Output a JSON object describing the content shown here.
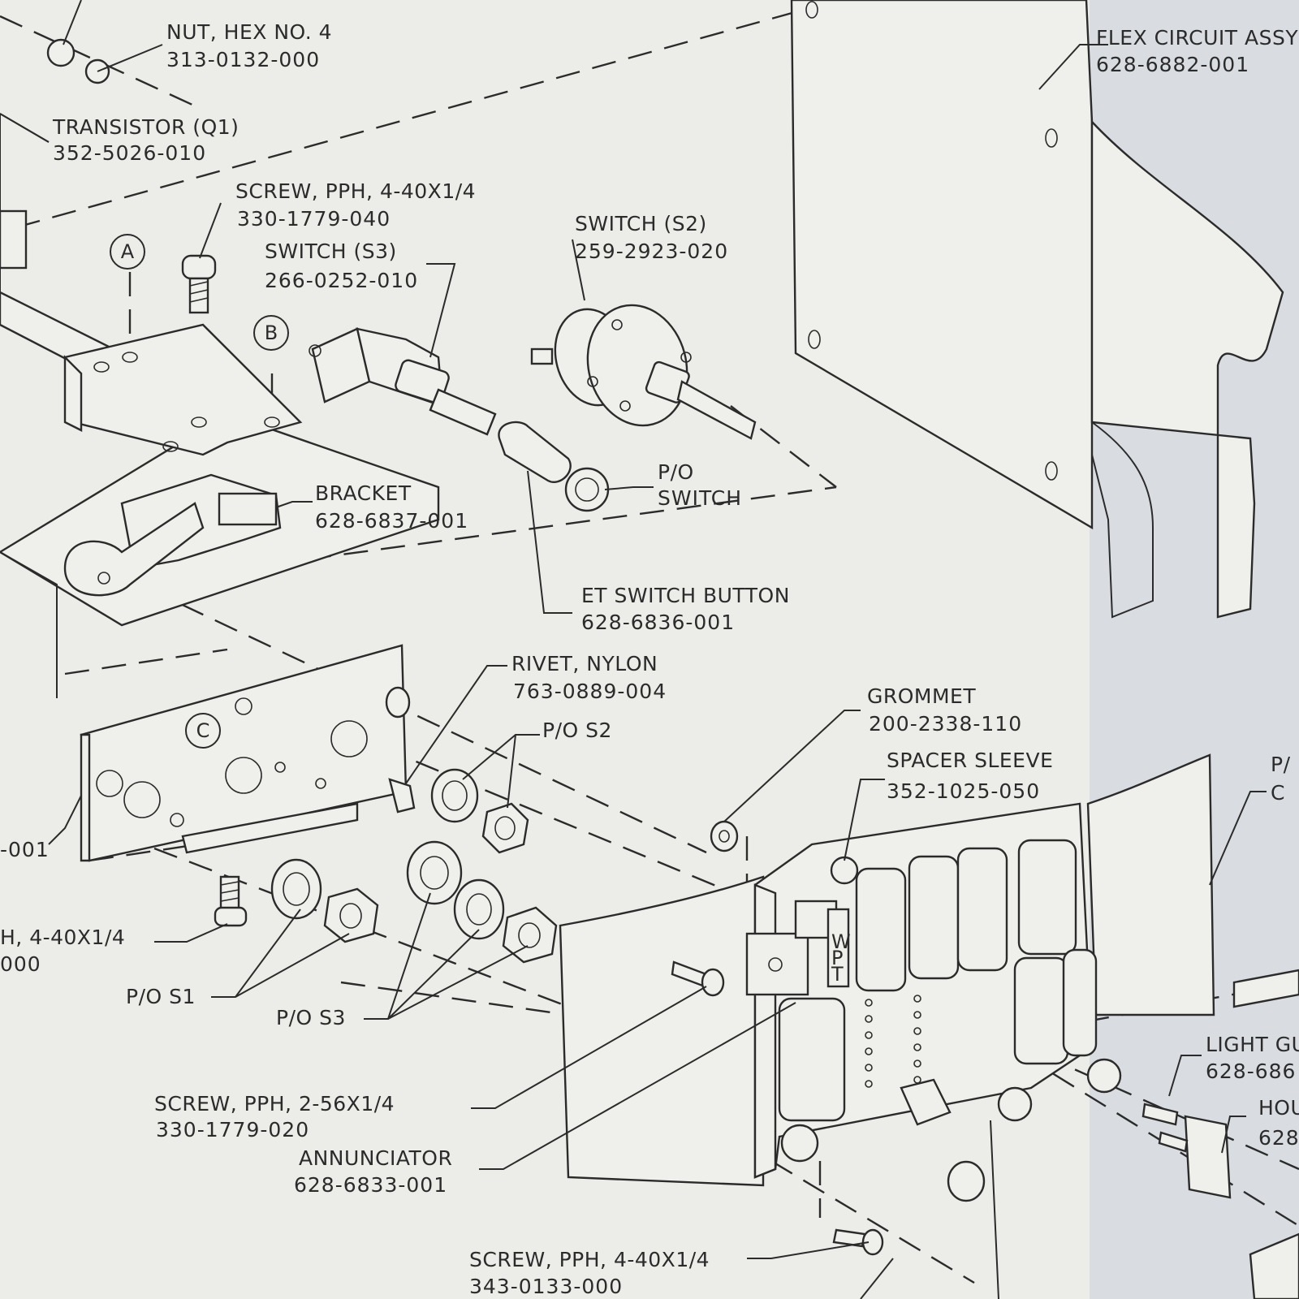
{
  "colors": {
    "paper": "#ecece8",
    "fold": "#d9dde2",
    "ink": "#2b2b2b"
  },
  "callouts": {
    "a": "A",
    "b": "B",
    "c": "C"
  },
  "labels": [
    {
      "id": "nut-hex",
      "name": "NUT, HEX NO. 4",
      "part": "313-0132-000"
    },
    {
      "id": "transistor",
      "name": "TRANSISTOR (Q1)",
      "part": "352-5026-010"
    },
    {
      "id": "screw-pph-top",
      "name": "SCREW, PPH, 4-40X1/4",
      "part": "330-1779-040"
    },
    {
      "id": "switch-s3",
      "name": "SWITCH  (S3)",
      "part": "266-0252-010"
    },
    {
      "id": "switch-s2",
      "name": "SWITCH (S2)",
      "part": "259-2923-020"
    },
    {
      "id": "flex-circuit",
      "name": "FLEX CIRCUIT ASSY",
      "part": "628-6882-001"
    },
    {
      "id": "bracket",
      "name": "BRACKET",
      "part": "628-6837-001"
    },
    {
      "id": "po-switch",
      "name": "P/O",
      "part": "SWITCH"
    },
    {
      "id": "et-switch-button",
      "name": "ET SWITCH BUTTON",
      "part": "628-6836-001"
    },
    {
      "id": "rivet-nylon",
      "name": "RIVET, NYLON",
      "part": "763-0889-004"
    },
    {
      "id": "po-s2",
      "name": "P/O S2",
      "part": ""
    },
    {
      "id": "grommet",
      "name": "GROMMET",
      "part": "200-2338-110"
    },
    {
      "id": "spacer-sleeve",
      "name": "SPACER  SLEEVE",
      "part": "352-1025-050"
    },
    {
      "id": "left-cut-part",
      "name": "",
      "part": "-001"
    },
    {
      "id": "screw-left-cut",
      "name": "H, 4-40X1/4",
      "part": "000"
    },
    {
      "id": "po-s1",
      "name": "P/O  S1",
      "part": ""
    },
    {
      "id": "po-s3",
      "name": "P/O  S3",
      "part": ""
    },
    {
      "id": "screw-pph-256",
      "name": "SCREW, PPH, 2-56X1/4",
      "part": "330-1779-020"
    },
    {
      "id": "annunciator",
      "name": "ANNUNCIATOR",
      "part": "628-6833-001"
    },
    {
      "id": "screw-pph-bottom",
      "name": "SCREW, PPH,  4-40X1/4",
      "part": "343-0133-000"
    },
    {
      "id": "po-right-cut",
      "name": "P/",
      "part": "C"
    },
    {
      "id": "light-guide",
      "name": "LIGHT GU",
      "part": "628-686"
    },
    {
      "id": "housing",
      "name": "HOU",
      "part": "628"
    }
  ],
  "annunciator_letters": [
    "W",
    "P",
    "T"
  ]
}
